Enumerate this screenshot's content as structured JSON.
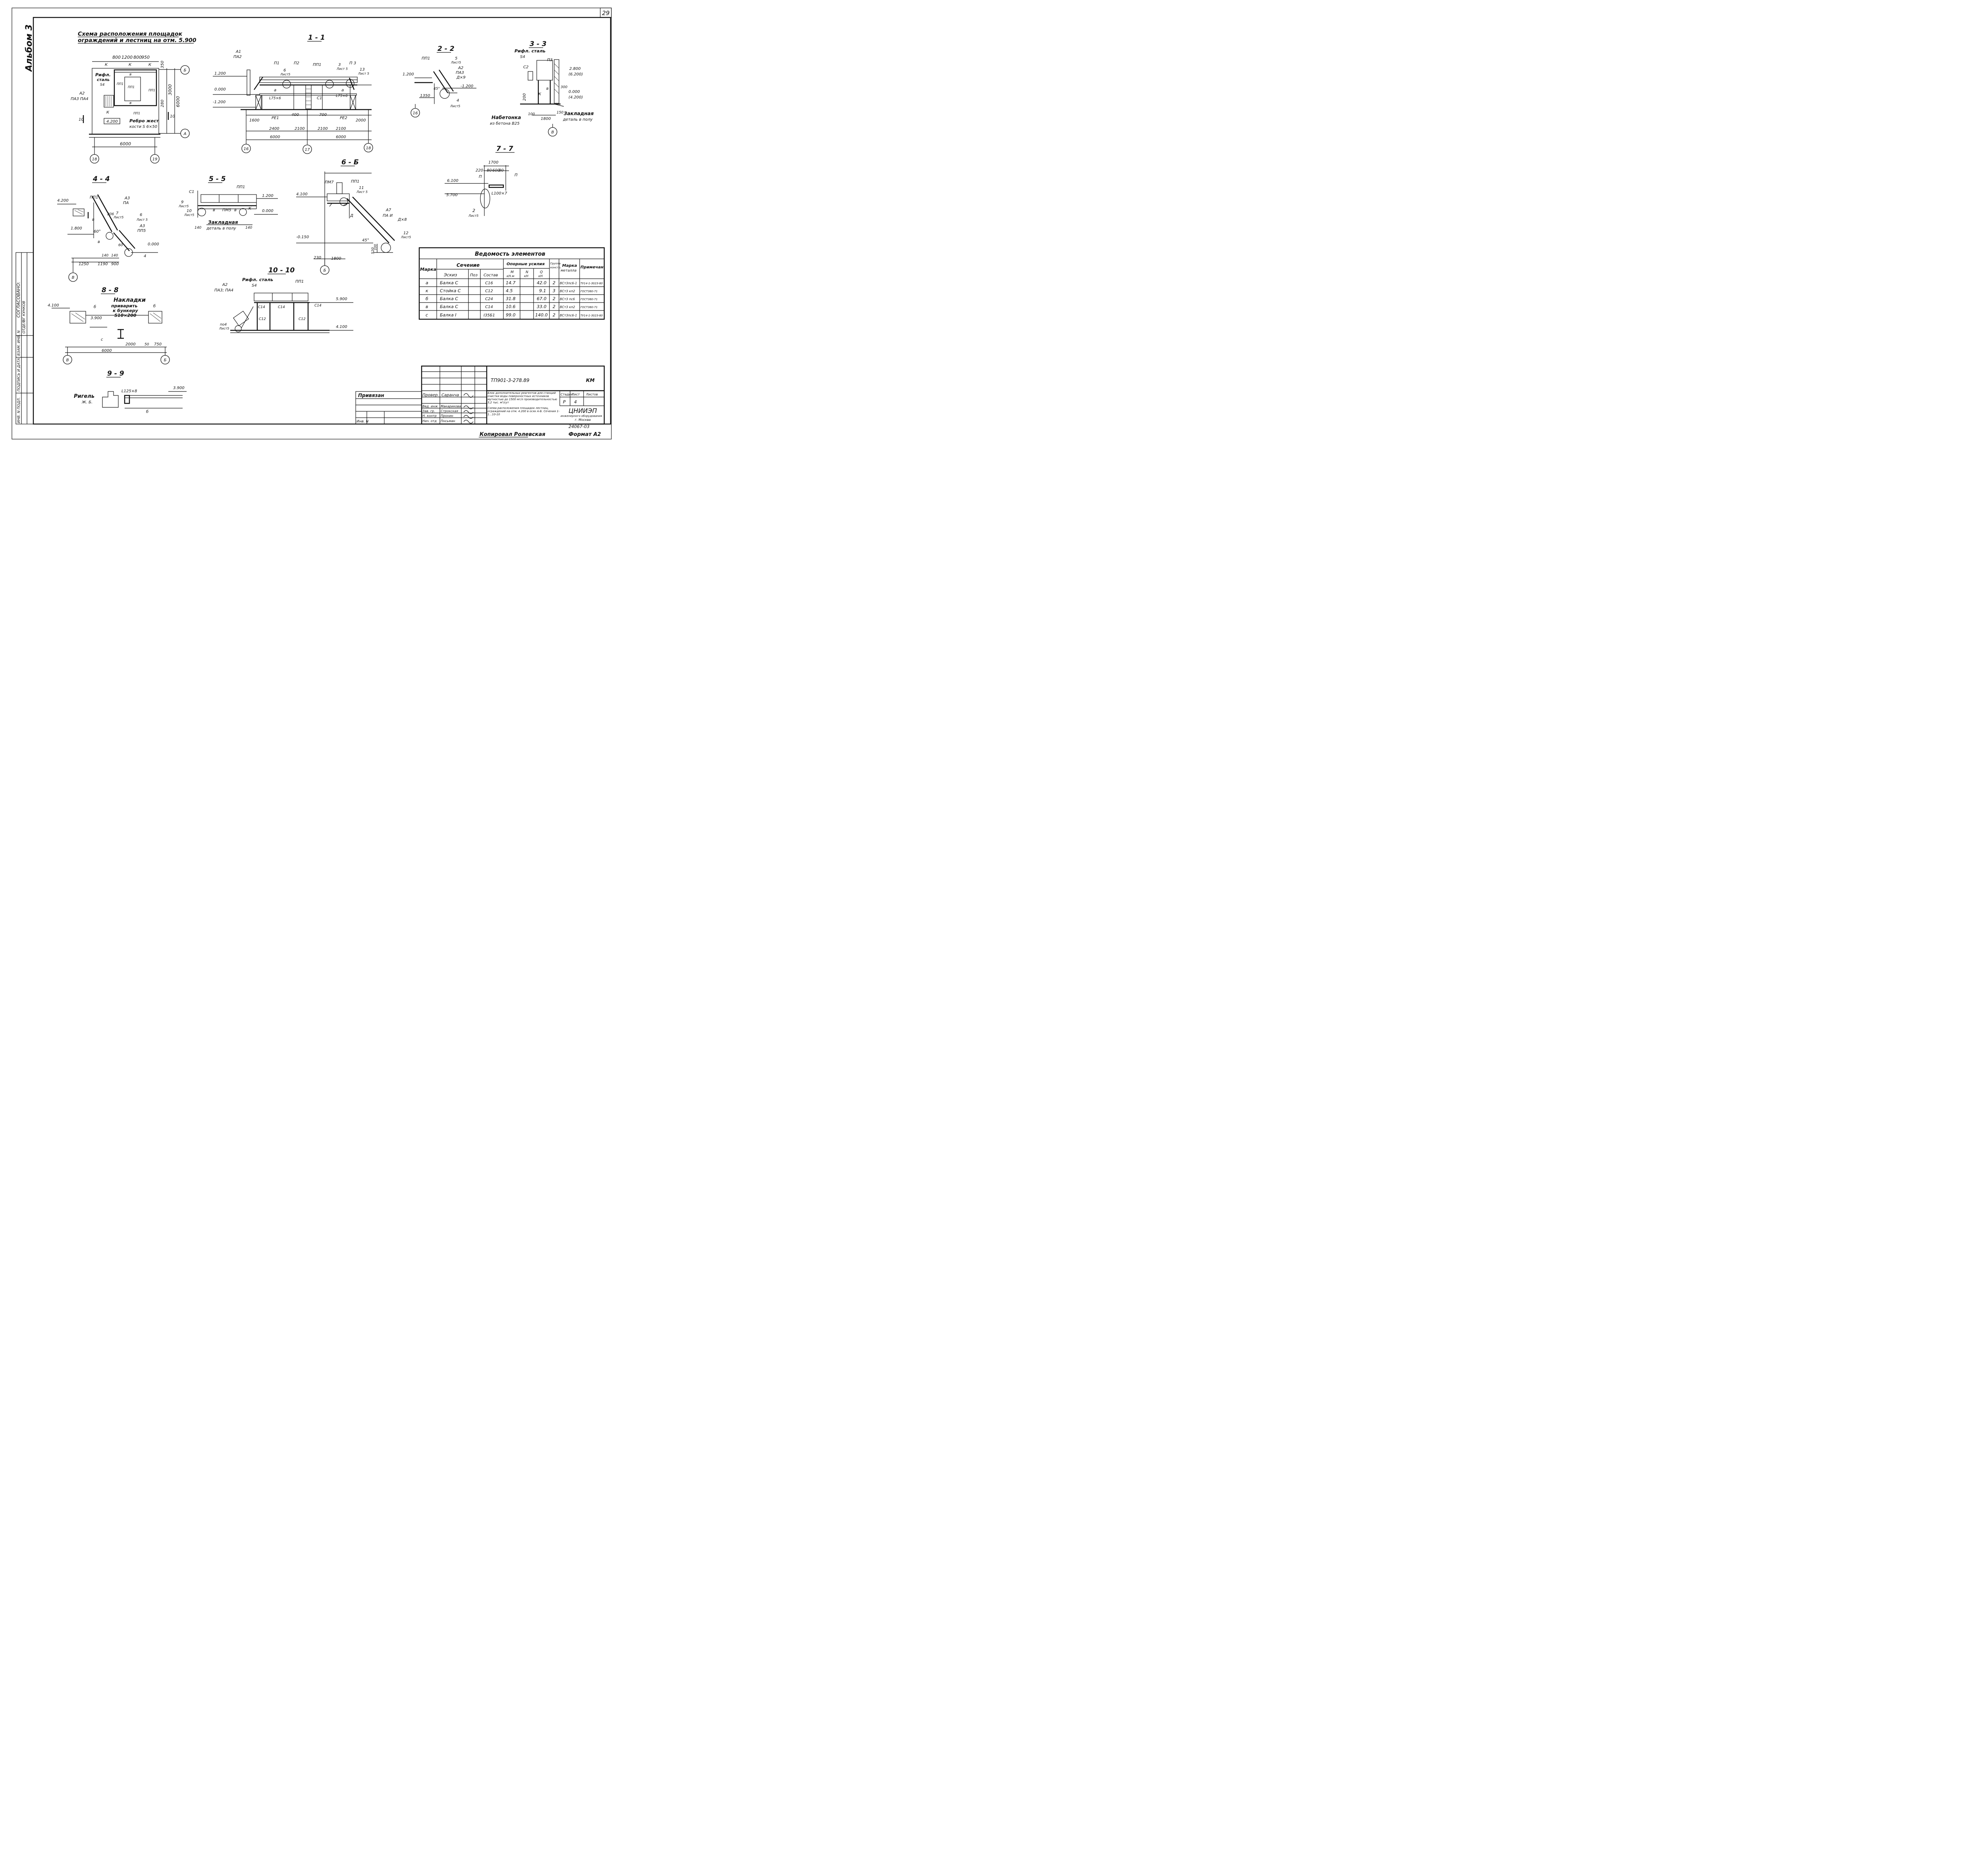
{
  "sheet": {
    "page_number": "29",
    "album_label": "Альбом 3",
    "copied_by": "Копировал  Ролевская",
    "format": "Формат А2",
    "inventory_number": "24067-03"
  },
  "plan": {
    "title_line1": "Схема расположения площадок",
    "title_line2": "ограждений и лестниц на отм. 5.900",
    "dims_top": [
      "800",
      "1200",
      "800",
      "950"
    ],
    "dim_350": "350",
    "dim_3000": "3000",
    "dim_6000_v": "6000",
    "dim_280": "280",
    "dim_6000_h": "6000",
    "labels": [
      "К",
      "К",
      "К",
      "Рифл.",
      "сталь",
      "S4",
      "А2",
      "ПА3 ПА4",
      "ПП1",
      "ПП1",
      "ПП1",
      "ПП1",
      "в",
      "в",
      "К",
      "4.200",
      "Ребро жест",
      "кости S 6×50",
      "10",
      "10"
    ],
    "axes": [
      "18",
      "19",
      "Б",
      "А"
    ]
  },
  "sec_1_1": {
    "title": "1 - 1",
    "labels": [
      "А1",
      "ПА2",
      "П1",
      "П2",
      "ПП1",
      "3",
      "Лист 5",
      "П 3",
      "13",
      "Лист 5",
      "6",
      "Лист5",
      "а",
      "а",
      "L75×6",
      "L75×6",
      "С1",
      "РЕ1",
      "РЕ2"
    ],
    "levels": [
      "1.200",
      "0.000",
      "-1.200"
    ],
    "dims_a": [
      "1600",
      "400",
      "700",
      "2000"
    ],
    "dims_b": [
      "2400",
      "2100",
      "2100",
      "2100"
    ],
    "dims_c": [
      "6000",
      "6000"
    ],
    "axes": [
      "16",
      "17",
      "18"
    ]
  },
  "sec_2_2": {
    "title": "2 - 2",
    "labels": [
      "ПП1",
      "5",
      "Лист5",
      "А2",
      "ПА3",
      "Д×9",
      "45°",
      "4",
      "Лист5"
    ],
    "levels": [
      "1.200",
      "-1.200"
    ],
    "dim": "1350",
    "axis": "16"
  },
  "sec_3_3": {
    "title": "3 - 3",
    "labels": [
      "Рифл. сталь",
      "S4",
      "П3",
      "С2",
      "К",
      "в"
    ],
    "levels": [
      "2.800",
      "(6.200)",
      "0.000",
      "(4.200)"
    ],
    "dims": [
      "200",
      "300",
      "100",
      "1800",
      "150"
    ],
    "note1": "Набетонка",
    "note2": "из бетона В25",
    "note3": "Закладная",
    "note4": "деталь в полу",
    "axis": "В"
  },
  "sec_4_4": {
    "title": "4 - 4",
    "labels": [
      "ПП1",
      "А3",
      "ПА",
      "7",
      "Лист5",
      "6",
      "Лист 5",
      "А3",
      "ПП5",
      "в",
      "в",
      "60°",
      "60",
      "4",
      "206"
    ],
    "levels": [
      "4.200",
      "1.800",
      "0.000"
    ],
    "dims_small": [
      "140",
      "140"
    ],
    "dims": [
      "1250",
      "1190",
      "900"
    ],
    "axis": "В"
  },
  "sec_5_5": {
    "title": "5 - 5",
    "labels": [
      "С1",
      "ПП1",
      "9",
      "Лист5",
      "10",
      "Лист5",
      "в",
      "ПМ5",
      "в",
      "К"
    ],
    "levels": [
      "1.200",
      "0.000"
    ],
    "dims": [
      "140",
      "140"
    ],
    "note1": "Закладная",
    "note2": "деталь в полу"
  },
  "sec_6_6": {
    "title": "6 - Б",
    "labels": [
      "ПМ7",
      "ПП1",
      "11",
      "Лист 5",
      "Д",
      "А7",
      "ПА И",
      "Д×8",
      "12",
      "Лист5",
      "45°",
      "100"
    ],
    "levels": [
      "4.100",
      "-0.150"
    ],
    "dims": [
      "230",
      "1800",
      "520"
    ],
    "axis": "Б"
  },
  "sec_7_7": {
    "title": "7 - 7",
    "labels": [
      "П",
      "П",
      "L100×7",
      "2",
      "Лист5"
    ],
    "levels": [
      "6.100",
      "5.700"
    ],
    "dims_top": "1700",
    "dims": [
      "220",
      "80",
      "600",
      "80"
    ]
  },
  "sec_8_8": {
    "title": "8 - 8",
    "labels": [
      "б",
      "б",
      "с"
    ],
    "levels": [
      "4.100",
      "3.900"
    ],
    "note1": "Накладки",
    "note2": "приварить",
    "note3": "к бункеру",
    "note4": "S10×200",
    "dims": [
      "2000",
      "50",
      "750"
    ],
    "dim_total": "6000",
    "axes": [
      "В",
      "Б"
    ]
  },
  "sec_9_9": {
    "title": "9 - 9",
    "labels": [
      "Ригель",
      "Ж. Б.",
      "L125×8",
      "б"
    ],
    "level": "3.900"
  },
  "sec_10_10": {
    "title": "10 - 10",
    "labels": [
      "А2",
      "ПА3; ПА4",
      "Рифл. сталь",
      "S4",
      "ПП1",
      "С14",
      "С14",
      "С14",
      "С12",
      "С12",
      "по4",
      "Лист5"
    ],
    "levels": [
      "5.900",
      "4.100"
    ]
  },
  "approval": {
    "title": "СОГЛАСОВАНО:",
    "row1": "ОТДЕЛ",
    "row1b": "ВГ  КУНКОВ",
    "row2": "ИНВ. N ПОДЛ.",
    "row3": "ПОДПИСЬ И ДАТА",
    "row4": "ВЗАМ. ИНВ. N"
  },
  "schedule": {
    "title": "Ведомость  элементов",
    "h_mark": "Марка",
    "h_section": "Сечение",
    "h_sketch": "Эскиз",
    "h_pos": "Поз",
    "h_comp": "Состав",
    "h_forces": "Опорные усилия",
    "h_m": "М",
    "h_m_unit": "кН.м",
    "h_n": "N",
    "h_n_unit": "кН",
    "h_q": "Q",
    "h_q_unit": "кН",
    "h_group": "Группа",
    "h_group2": "констр.",
    "h_steel": "Марка",
    "h_steel2": "металла",
    "h_note": "Примечан",
    "rows": [
      {
        "mark": "а",
        "sketch": "Балка  С",
        "comp": "С16",
        "m": "14.7",
        "n": "",
        "q": "42.0",
        "group": "2",
        "steel": "ВСт3пс6-1",
        "note": "ТУ14-1-3023-80"
      },
      {
        "mark": "к",
        "sketch": "Стойка  С",
        "comp": "С12",
        "m": "4.5",
        "n": "",
        "q": "9.1",
        "group": "3",
        "steel": "ВСт3 кп2",
        "note": "ГОСТ380-71"
      },
      {
        "mark": "б",
        "sketch": "Балка  С",
        "comp": "С24",
        "m": "31.8",
        "n": "",
        "q": "67.0",
        "group": "2",
        "steel": "ВСт3 пс6",
        "note": "ГОСТ380-71"
      },
      {
        "mark": "в",
        "sketch": "Балка  С",
        "comp": "С14",
        "m": "10.6",
        "n": "",
        "q": "33.0",
        "group": "2",
        "steel": "ВСт3 кп2",
        "note": "ГОСТ380-71"
      },
      {
        "mark": "с",
        "sketch": "Балка  I",
        "comp": "I35Б1",
        "m": "99.0",
        "n": "",
        "q": "140.0",
        "group": "2",
        "steel": "ВСт3пс6-1",
        "note": "ТУ14-1-3023-80"
      }
    ]
  },
  "stamp": {
    "doc_code": "ТП901-3-278.89",
    "doc_mark": "КМ",
    "bound": "Привязан",
    "inv": "Инв. N",
    "roles": [
      "Провер.",
      "Вед. инж",
      "Зав. гр.",
      "Н. контр",
      "Нач. отд"
    ],
    "names": [
      "Саранча",
      "Макарикова",
      "Строкская",
      "Пронин",
      "Пнсьман"
    ],
    "project_title": "Блок дополнительных реагентов для станций очистки воды поверхностных источников мутностью до 1500 мг/л производительностью 3,2 тыс. м³/сут",
    "sheet_title": "Схема расположения площадок лестниц, ограждений на отм. 4.200 в осях А-Б. Сечения 1-1...10-10",
    "stage_label": "Стадия",
    "sheet_label": "Лист",
    "sheets_label": "Листов",
    "stage": "Р",
    "sheet": "4",
    "org": "ЦНИИЭП",
    "org2": "инженерного оборудования",
    "city": "г. Москва"
  }
}
